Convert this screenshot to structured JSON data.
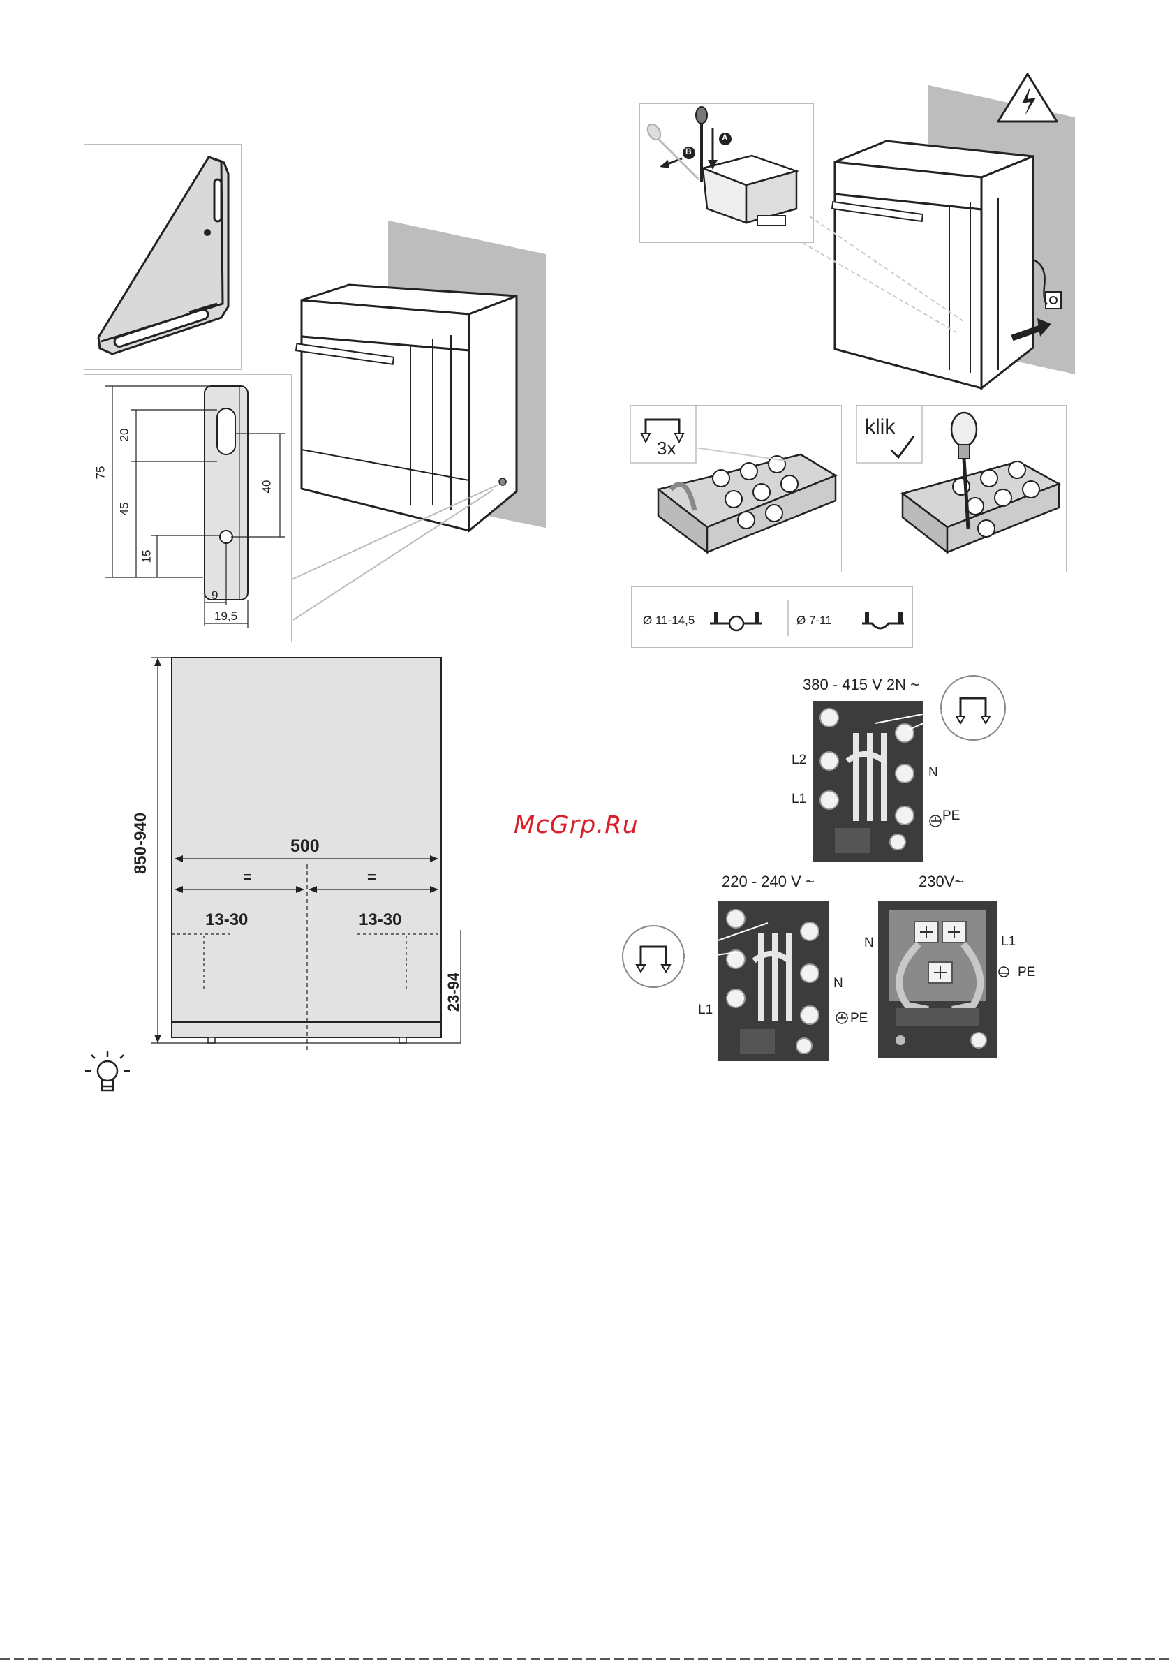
{
  "bracket_dims": {
    "d75": "75",
    "d20": "20",
    "d45": "45",
    "d15": "15",
    "d40": "40",
    "d9": "9",
    "d19_5": "19,5"
  },
  "cabinet_dims": {
    "height": "850-940",
    "width": "500",
    "half_left": "=",
    "half_right": "=",
    "offset_left": "13-30",
    "offset_right": "13-30",
    "foot": "23-94"
  },
  "strain_relief": {
    "count": "3x",
    "click": "klik",
    "diameter_large": "Ø 11-14,5",
    "diameter_small": "Ø 7-11"
  },
  "screwdriver_labels": {
    "a": "A",
    "b": "B"
  },
  "terminal_3phase": {
    "voltage": "380 - 415 V 2N ~",
    "l2": "L2",
    "l1": "L1",
    "n": "N",
    "pe": "PE"
  },
  "terminal_1phase": {
    "voltage": "220 - 240 V ~",
    "l1": "L1",
    "n": "N",
    "pe": "PE"
  },
  "terminal_230": {
    "voltage": "230V~",
    "n": "N",
    "l1": "L1",
    "pe": "PE"
  },
  "watermark": "McGrp.Ru",
  "colors": {
    "watermark": "#d9202a",
    "panel_fill": "#e2e2e2",
    "terminal_dark": "#3c3c3c"
  }
}
